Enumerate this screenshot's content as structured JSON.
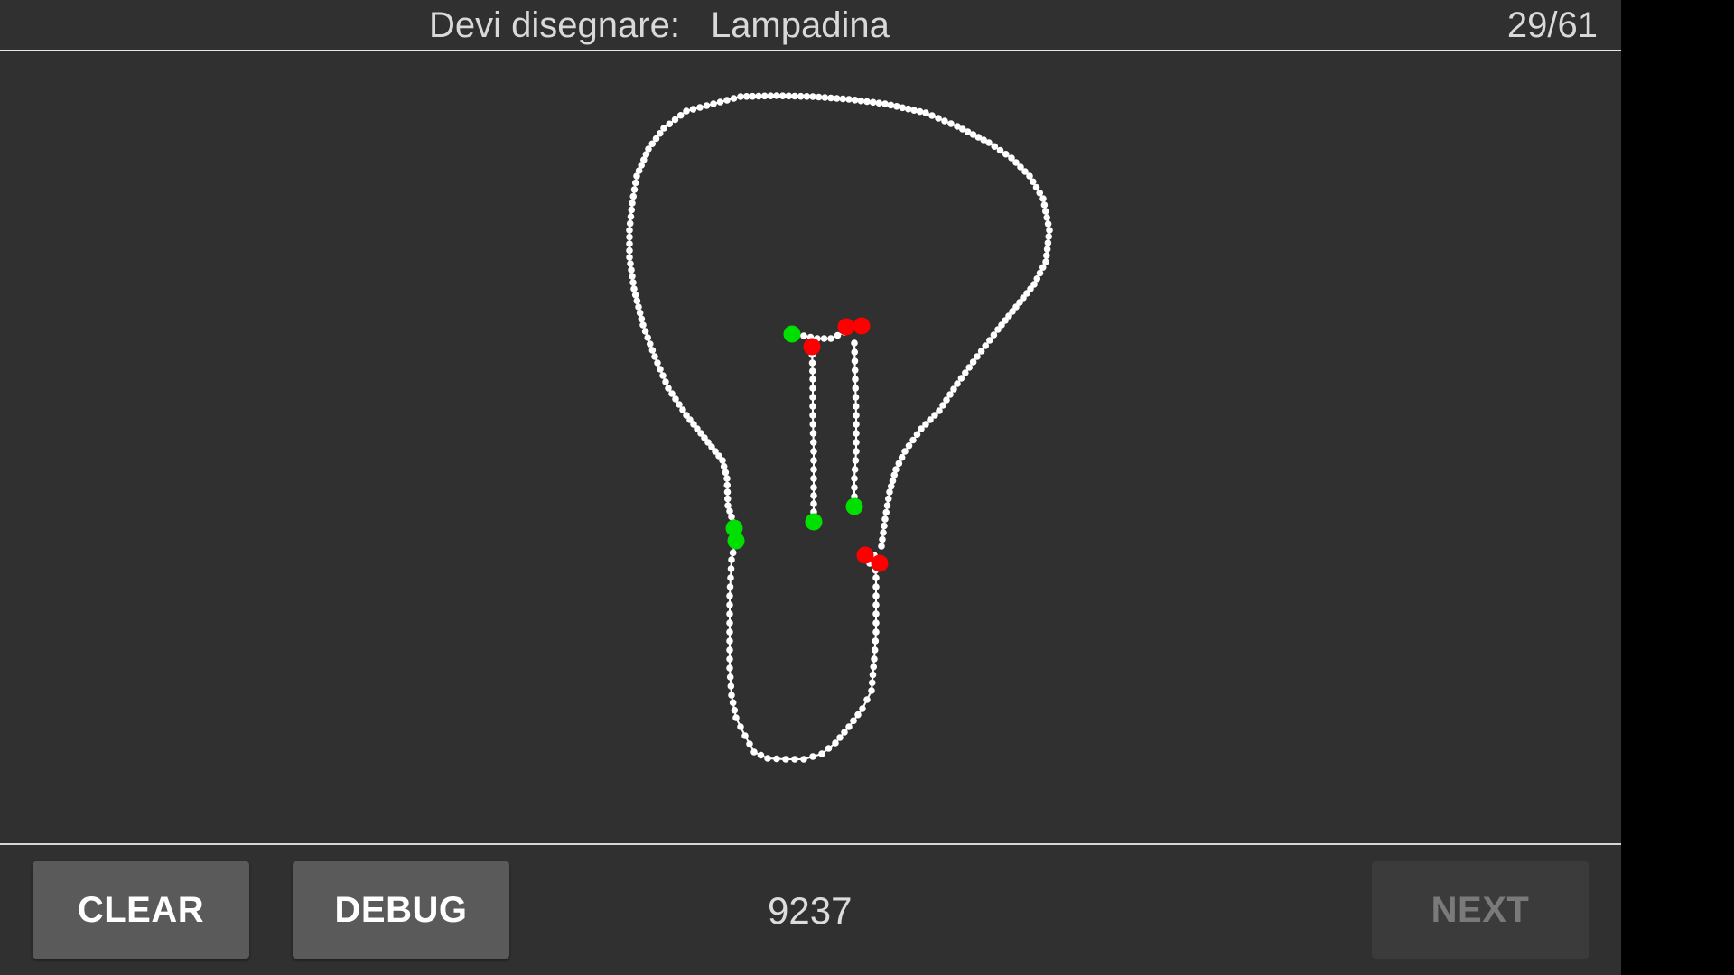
{
  "header": {
    "prompt_label": "Devi disegnare:",
    "prompt_word": "Lampadina",
    "progress": "29/61"
  },
  "footer": {
    "clear_label": "CLEAR",
    "debug_label": "DEBUG",
    "score": "9237",
    "next_label": "NEXT",
    "next_enabled": false
  },
  "colors": {
    "background": "#303030",
    "stroke": "#ffffff",
    "stroke_start": "#00e000",
    "stroke_end": "#ff0000"
  }
}
